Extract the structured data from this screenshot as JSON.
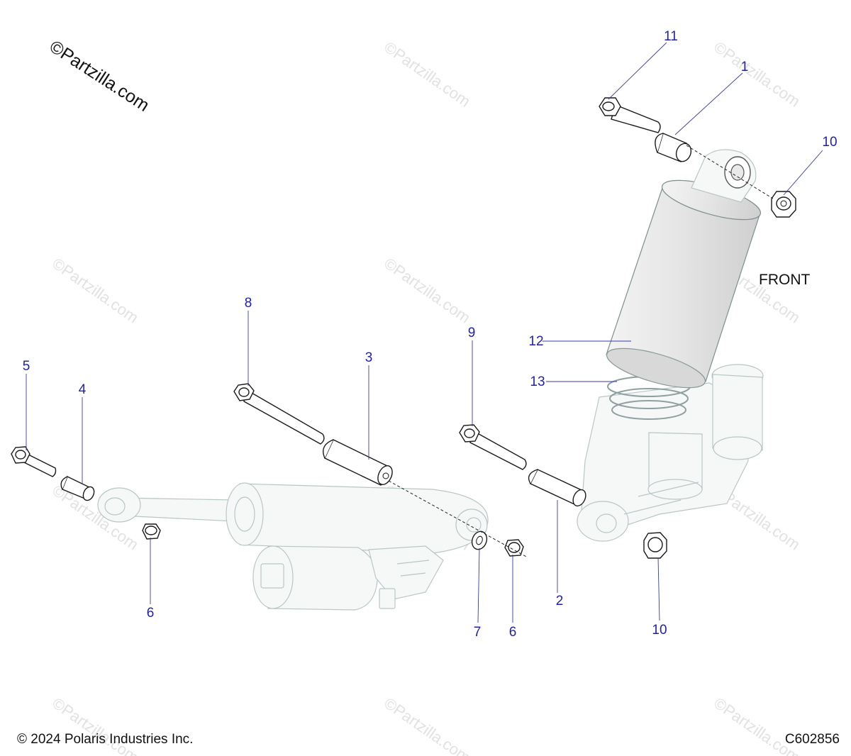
{
  "watermark": "©Partzilla.com",
  "front_label": "FRONT",
  "footer": {
    "copyright": "© 2024 Polaris Industries Inc.",
    "diagram_code": "C602856"
  },
  "callouts": {
    "c1": "1",
    "c2": "2",
    "c3": "3",
    "c4": "4",
    "c5": "5",
    "c6a": "6",
    "c6b": "6",
    "c7": "7",
    "c8": "8",
    "c9": "9",
    "c10a": "10",
    "c10b": "10",
    "c11": "11",
    "c12": "12",
    "c13": "13"
  },
  "colors": {
    "callout": "#1f1fb5",
    "watermark": "#e2e2e2"
  }
}
